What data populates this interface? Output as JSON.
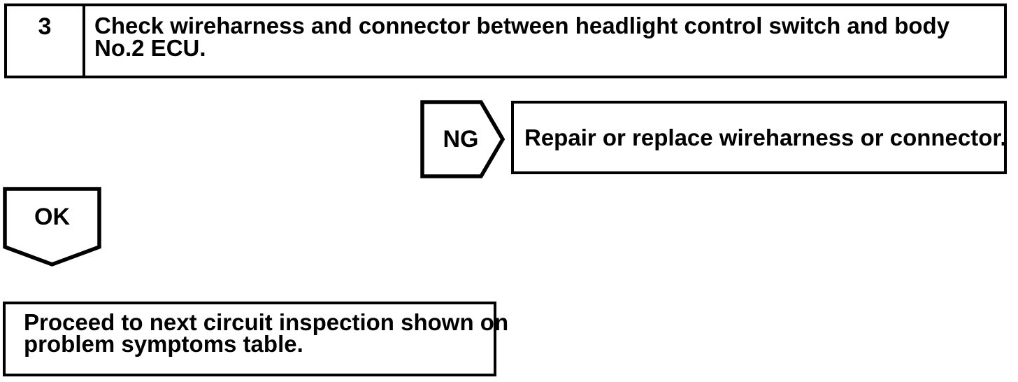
{
  "page": {
    "background": "#ffffff",
    "line_color": "#000000",
    "text_color": "#000000"
  },
  "step_box": {
    "number": "3",
    "instruction_lines": [
      "Check wireharness and connector between headlight control switch and body",
      "No.2 ECU."
    ],
    "instruction": "Check wireharness and connector between headlight control switch and body No.2 ECU."
  },
  "ng_branch": {
    "connector_label": "NG",
    "result": "Repair or replace wireharness or connector.",
    "result_lines": [
      "Repair or replace wireharness or connector."
    ]
  },
  "ok_branch": {
    "connector_label": "OK",
    "result": "Proceed to next circuit inspection shown on problem symptoms table.",
    "result_lines": [
      "Proceed to next circuit inspection shown on",
      "problem symptoms table."
    ]
  }
}
